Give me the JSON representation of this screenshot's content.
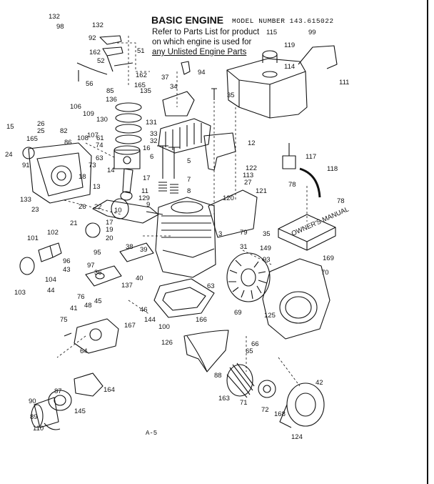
{
  "header": {
    "title": "BASIC ENGINE",
    "model": "MODEL NUMBER 143.615022",
    "line1": "Refer to Parts List for product",
    "line2": "on which engine is used for",
    "line3": "any Unlisted Engine Parts"
  },
  "page_number": "A-5",
  "manual_label": "OWNER'S MANUAL",
  "callouts": [
    "132",
    "98",
    "132",
    "92",
    "162",
    "51",
    "56",
    "52",
    "162",
    "85",
    "136",
    "165",
    "135",
    "34",
    "37",
    "94",
    "35",
    "115",
    "99",
    "119",
    "114",
    "111",
    "106",
    "109",
    "130",
    "131",
    "15",
    "26",
    "25",
    "165",
    "82",
    "108",
    "107",
    "61",
    "86",
    "24",
    "91",
    "133",
    "23",
    "74",
    "63",
    "73",
    "14",
    "16",
    "33",
    "32",
    "6",
    "5",
    "7",
    "8",
    "12",
    "122",
    "113",
    "27",
    "117",
    "78",
    "118",
    "78",
    "18",
    "17",
    "13",
    "11",
    "129",
    "120",
    "121",
    "9",
    "22",
    "26",
    "10",
    "21",
    "17",
    "19",
    "20",
    "101",
    "102",
    "103",
    "104",
    "3",
    "79",
    "31",
    "35",
    "149",
    "169",
    "93",
    "70",
    "95",
    "96",
    "43",
    "97",
    "36",
    "38",
    "39",
    "40",
    "137",
    "44",
    "76",
    "41",
    "48",
    "45",
    "46",
    "144",
    "100",
    "166",
    "63",
    "75",
    "167",
    "64",
    "126",
    "69",
    "125",
    "66",
    "65",
    "88",
    "87",
    "164",
    "163",
    "71",
    "72",
    "168",
    "42",
    "90",
    "89",
    "145",
    "110",
    "124"
  ]
}
